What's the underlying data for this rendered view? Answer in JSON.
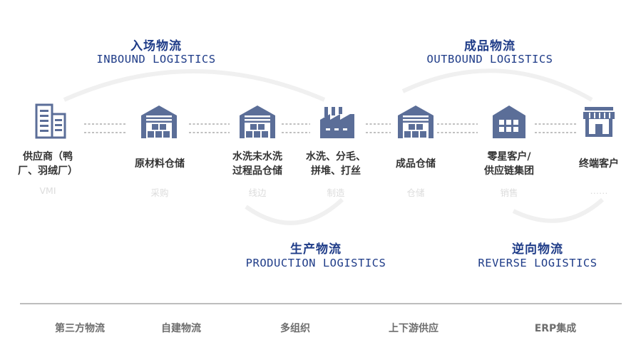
{
  "flows": {
    "inbound": {
      "cn": "入场物流",
      "en": "INBOUND LOGISTICS"
    },
    "outbound": {
      "cn": "成品物流",
      "en": "OUTBOUND LOGISTICS"
    },
    "production": {
      "cn": "生产物流",
      "en": "PRODUCTION LOGISTICS"
    },
    "reverse": {
      "cn": "逆向物流",
      "en": "REVERSE LOGISTICS"
    }
  },
  "nodes": [
    {
      "label_line1": "供应商（鸭",
      "label_line2": "厂、羽绒厂）",
      "sub": "VMI",
      "icon": "building-icon"
    },
    {
      "label_line1": "原材料仓储",
      "label_line2": "",
      "sub": "采购",
      "icon": "warehouse-icon"
    },
    {
      "label_line1": "水洗未水洗",
      "label_line2": "过程品仓储",
      "sub": "线边",
      "icon": "warehouse-icon"
    },
    {
      "label_line1": "水洗、分毛、",
      "label_line2": "拼堆、打丝",
      "sub": "制造",
      "icon": "factory-icon"
    },
    {
      "label_line1": "成品仓储",
      "label_line2": "",
      "sub": "仓储",
      "icon": "warehouse-icon"
    },
    {
      "label_line1": "零星客户/",
      "label_line2": "供应链集团",
      "sub": "销售",
      "icon": "distribution-center-icon"
    },
    {
      "label_line1": "终端客户",
      "label_line2": "",
      "sub": "……",
      "icon": "store-icon"
    }
  ],
  "footer": [
    "第三方物流",
    "自建物流",
    "多组织",
    "上下游供应",
    "ERP集成"
  ],
  "colors": {
    "primary": "#1f3c88",
    "icon": "#5b6e98",
    "arrow": "#9a9a9a",
    "arc": "#eeeeee"
  }
}
